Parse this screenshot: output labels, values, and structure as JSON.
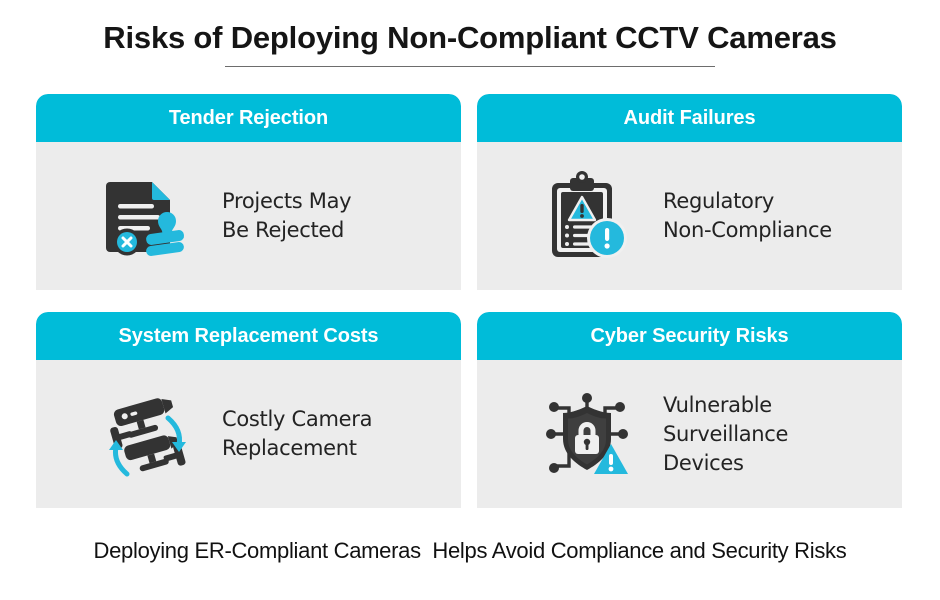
{
  "title": "Risks of Deploying Non-Compliant CCTV Cameras",
  "colors": {
    "accent_cyan": "#00bcd9",
    "icon_dark": "#333333",
    "card_body_bg": "#ececec",
    "page_bg": "#ffffff",
    "title_text": "#151515",
    "header_text": "#ffffff",
    "body_text": "#232323"
  },
  "cards": [
    {
      "header": "Tender Rejection",
      "icon": "rejected-document-stamp-icon",
      "lines": [
        "Projects May",
        "Be Rejected"
      ]
    },
    {
      "header": "Audit Failures",
      "icon": "clipboard-warning-icon",
      "lines": [
        "Regulatory",
        "Non-Compliance"
      ]
    },
    {
      "header": "System Replacement Costs",
      "icon": "cctv-camera-replacement-icon",
      "lines": [
        "Costly Camera",
        "Replacement"
      ]
    },
    {
      "header": "Cyber Security Risks",
      "icon": "shield-lock-network-warning-icon",
      "lines": [
        "Vulnerable",
        "Surveillance",
        "Devices"
      ]
    }
  ],
  "footer": "Deploying ER-Compliant Cameras  Helps Avoid Compliance and Security Risks"
}
